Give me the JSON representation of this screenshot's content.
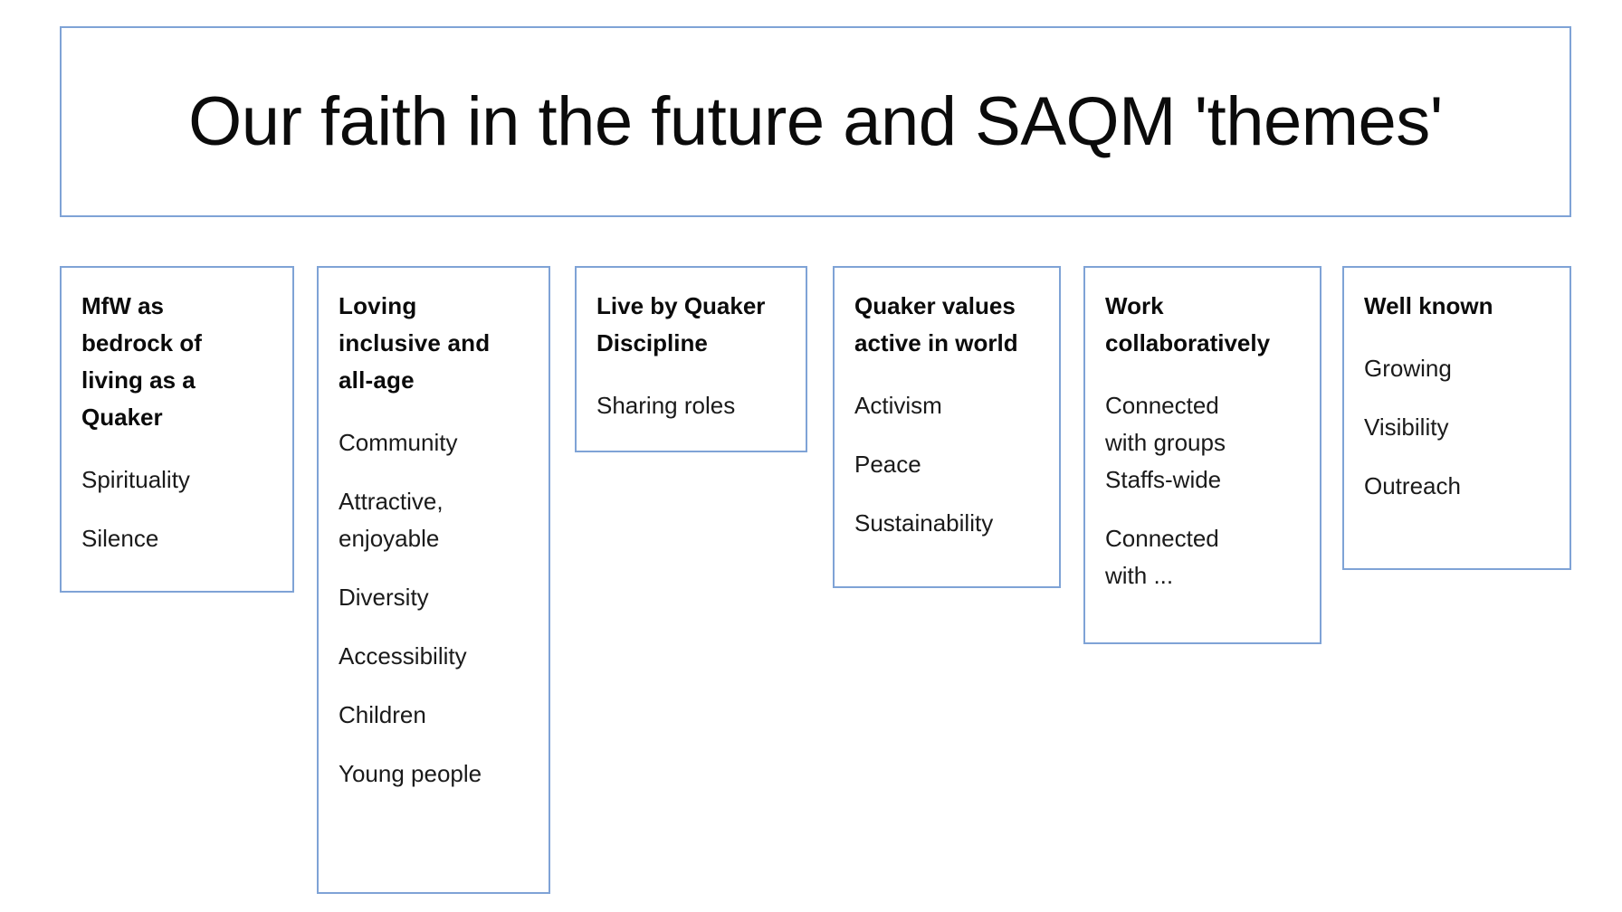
{
  "slide": {
    "title": "Our faith in the future and SAQM 'themes'",
    "accent_color": "#7FA3D6",
    "background_color": "#FFFFFF",
    "text_color": "#000000"
  },
  "columns": [
    {
      "id": "mfw-bedrock",
      "heading": "MfW as\nbedrock of\nliving as a\nQuaker",
      "items": [
        "Spirituality",
        "Silence"
      ]
    },
    {
      "id": "loving-inclusive-all-age",
      "heading": "Loving\ninclusive and\nall-age",
      "items": [
        "Community",
        "Attractive,\nenjoyable",
        "Diversity",
        "Accessibility",
        "Children",
        "Young people"
      ]
    },
    {
      "id": "live-by-quaker-discipline",
      "heading": "Live by Quaker\nDiscipline",
      "items": [
        "Sharing roles"
      ]
    },
    {
      "id": "quaker-values-active-in-world",
      "heading": "Quaker values\nactive in world",
      "items": [
        "Activism",
        "Peace",
        "Sustainability"
      ]
    },
    {
      "id": "work-collaboratively",
      "heading": "Work\ncollaboratively",
      "items": [
        "Connected\nwith groups\nStaffs-wide",
        "Connected\nwith ..."
      ]
    },
    {
      "id": "well-known",
      "heading": "Well known",
      "items": [
        "Growing",
        "Visibility",
        "Outreach"
      ]
    }
  ]
}
